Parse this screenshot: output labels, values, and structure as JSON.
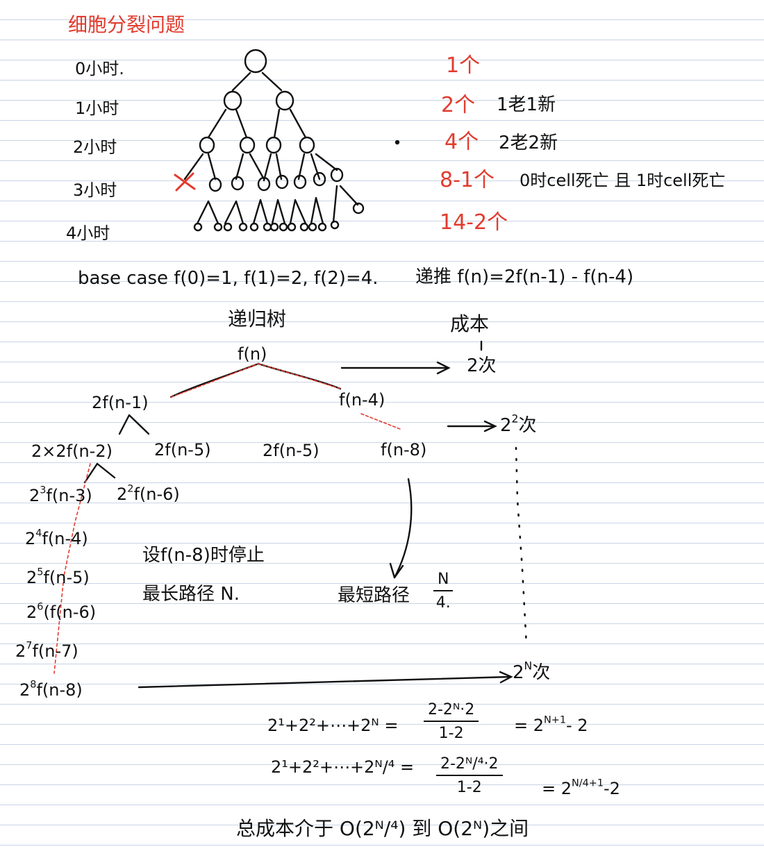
{
  "title": "细胞分裂问题",
  "hours": [
    "0小时.",
    "1小时",
    "2小时",
    "3小时",
    "4小时"
  ],
  "counts": [
    {
      "value": "1个",
      "note": ""
    },
    {
      "value": "2个",
      "note": "1老1新"
    },
    {
      "value": "4个",
      "note": "2老2新"
    },
    {
      "value": "8-1个",
      "note": "0时cell死亡 且 1时cell死亡"
    },
    {
      "value": "14-2个",
      "note": ""
    }
  ],
  "recurrence": {
    "base_case": "base case f(0)=1, f(1)=2, f(2)=4.",
    "recursive": "递推 f(n)=2f(n-1) - f(n-4)"
  },
  "recursion_tree": {
    "title": "递归树",
    "cost_label": "成本",
    "root": "f(n)",
    "cost_level1": "2次",
    "level1": [
      "2f(n-1)",
      "f(n-4)"
    ],
    "cost_level2_base": "2",
    "cost_level2_exp": "2",
    "cost_level2_suffix": "次",
    "level2": [
      "2×2f(n-2)",
      "2f(n-5)",
      "2f(n-5)",
      "f(n-8)"
    ],
    "left_chain": [
      {
        "coef": "2",
        "exp": "3",
        "term": "f(n-3)"
      },
      {
        "coef": "2",
        "exp": "2",
        "term": "f(n-6)"
      },
      {
        "coef": "2",
        "exp": "4",
        "term": "f(n-4)"
      },
      {
        "coef": "2",
        "exp": "5",
        "term": "f(n-5)"
      },
      {
        "coef": "2",
        "exp": "6",
        "term": "(f(n-6)"
      },
      {
        "coef": "2",
        "exp": "7",
        "term": "f(n-7)"
      },
      {
        "coef": "2",
        "exp": "8",
        "term": "f(n-8)"
      }
    ],
    "note_stop": "设f(n-8)时停止",
    "longest_path": "最长路径 N.",
    "shortest_path": "最短路径",
    "shortest_num": "N",
    "shortest_den": "4.",
    "cost_final_base": "2",
    "cost_final_exp": "N",
    "cost_final_suffix": "次"
  },
  "sums": {
    "line1_lhs": "2¹+2²+⋯+2ᴺ =",
    "line1_num": "2-2ᴺ·2",
    "line1_den": "1-2",
    "line1_rhs_base": "= 2",
    "line1_rhs_exp": "N+1",
    "line1_rhs_tail": "- 2",
    "line2_lhs": "2¹+2²+⋯+2ᴺ/⁴ =",
    "line2_num": "2-2ᴺ/⁴·2",
    "line2_den": "1-2",
    "line2_rhs_base": "= 2",
    "line2_rhs_exp": "N/4+1",
    "line2_rhs_tail": "-2"
  },
  "conclusion": "总成本介于 O(2ᴺ/⁴) 到 O(2ᴺ)之间",
  "colors": {
    "ink": "#111111",
    "red": "#e23b2e",
    "ruled_line": "#c9d4e6"
  }
}
